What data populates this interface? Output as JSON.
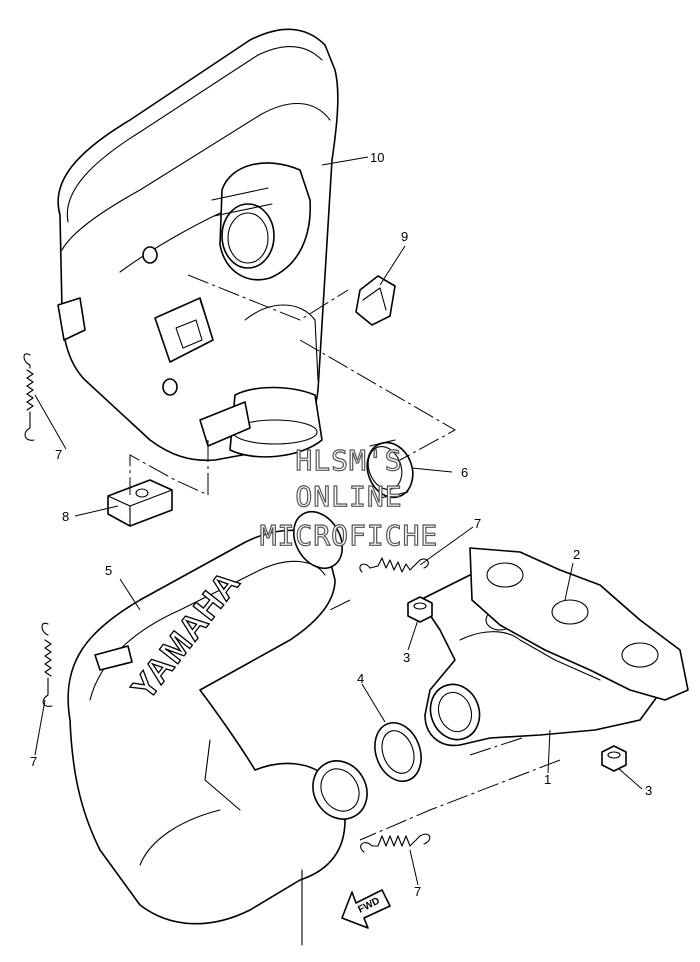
{
  "watermark": {
    "line1": "HLSM'S",
    "line2": "ONLINE",
    "line3": "MICROFICHE"
  },
  "muffler_brand": "YAMAHA",
  "fwd_label": "FWD",
  "callouts": {
    "c1": "1",
    "c2": "2",
    "c3a": "3",
    "c3b": "3",
    "c4": "4",
    "c5": "5",
    "c6": "6",
    "c7a": "7",
    "c7b": "7",
    "c7c": "7",
    "c7d": "7",
    "c8": "8",
    "c9": "9",
    "c10": "10"
  }
}
